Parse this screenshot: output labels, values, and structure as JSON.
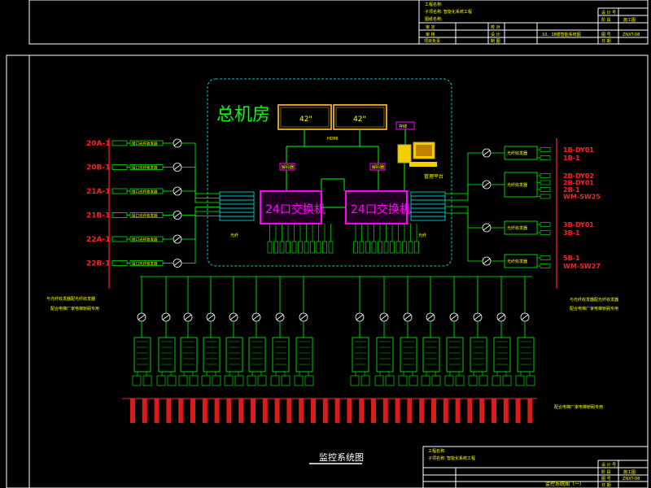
{
  "title_block_top": {
    "project_name_label": "工程名称:",
    "sub_project_label": "子项名称:",
    "sub_project_value": "智能化系统工程",
    "drawing_name_label": "图纸名称:",
    "drawing_name_value": "10、38楼智能系统图",
    "row_labels": [
      "审 定",
      "审 核",
      "项目负责"
    ],
    "row_labels_mid": [
      "校 对",
      "设 计",
      "制 图"
    ],
    "right_labels": [
      "设 计 号",
      "阶 段",
      "图 号",
      "日 期"
    ],
    "right_values": [
      "",
      "施工图",
      "ZNXT-08",
      ""
    ]
  },
  "title_block_bottom": {
    "project_name_label": "工程名称:",
    "sub_project_label": "子项名称:",
    "sub_project_value": "智能化系统工程",
    "drawing_name_value": "监控系统图（一）",
    "right_labels": [
      "设 计 号",
      "阶 段",
      "图 号",
      "日 期"
    ],
    "right_values": [
      "",
      "施工图",
      "ZNXT-08",
      ""
    ]
  },
  "room": {
    "title": "总机房",
    "monitor_left": "42\"",
    "monitor_right": "42\"",
    "hdmi_label": "HDMI",
    "decoder_left": "解码器",
    "decoder_right": "解码器",
    "switch_left": "24口交换机",
    "switch_right": "24口交换机",
    "storage_label": "存储",
    "workstation_label": "管理平台",
    "fiber_label_left": "光纤",
    "fiber_label_right": "光纤"
  },
  "left_floors": [
    "20A-1",
    "20B-1",
    "21A-1",
    "21B-1",
    "22A-1",
    "22B-1"
  ],
  "left_floor_device": "接口光纤收发器",
  "right_floors": [
    "1B-DY01",
    "1B-1",
    "2B-DY02",
    "2B-DY01",
    "2B-1",
    "WM-SW25",
    "3B-DY01",
    "3B-1",
    "5B-1",
    "WM-SW27"
  ],
  "right_floor_device": "光纤收发器",
  "left_note": [
    "与光纤收发器配光纤收发器",
    "配合电梯厂家电梯轿厢专用"
  ],
  "right_note": [
    "与光纤收发器配光纤收发器",
    "配合电梯厂家电梯轿厢专用"
  ],
  "bottom_note": "配合电梯厂家电梯轿厢专用",
  "drawing_title": "监控系统图",
  "colors": {
    "frame": "#ffffff",
    "line_green": "#00ff00",
    "line_magenta": "#ff00ff",
    "text_red": "#ff2020",
    "text_yellow": "#ffff00",
    "room_border": "#00c8c8",
    "monitor": "#d4a020",
    "cyan": "#00ffff"
  }
}
